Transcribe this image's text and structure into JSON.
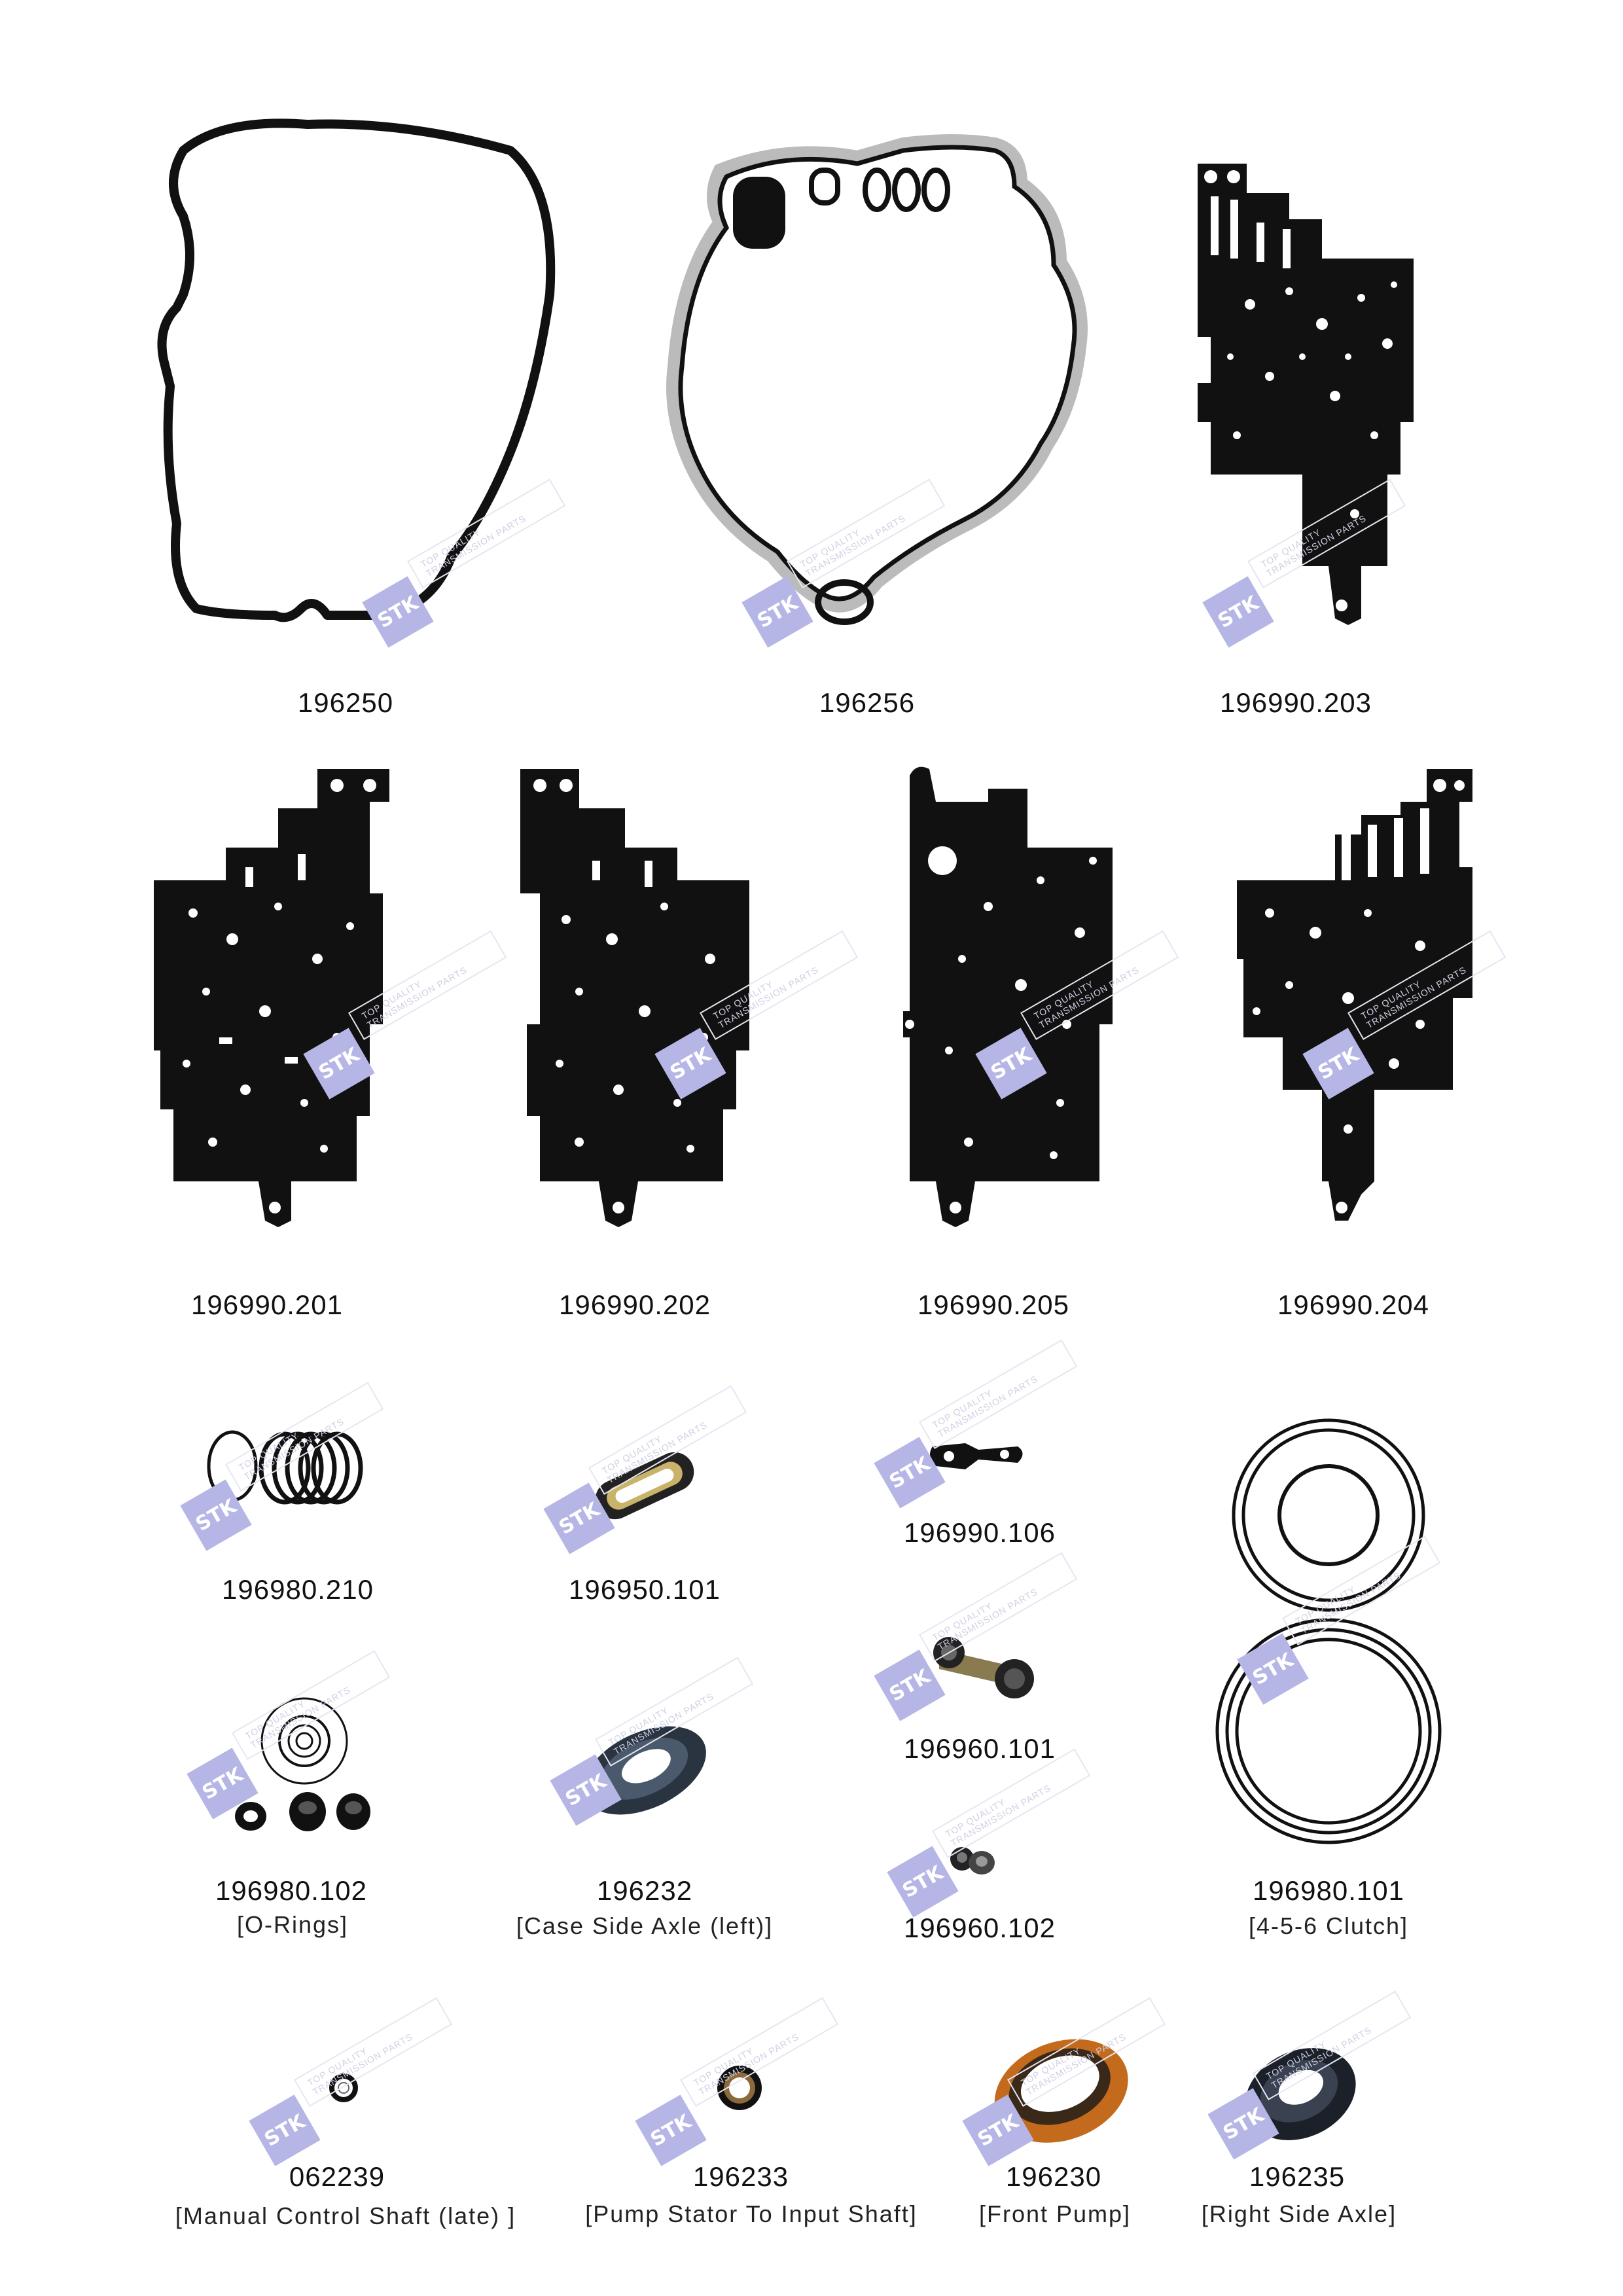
{
  "watermark": {
    "badge": "STK",
    "line1": "TOP QUALITY",
    "line2": "TRANSMISSION PARTS",
    "color": "#b5b6e6"
  },
  "parts": [
    {
      "id": "p196250",
      "number": "196250",
      "desc": "",
      "shape": "outline-gasket"
    },
    {
      "id": "p196256",
      "number": "196256",
      "desc": "",
      "shape": "round-gasket"
    },
    {
      "id": "p196990_203",
      "number": "196990.203",
      "desc": "",
      "shape": "plate-gasket"
    },
    {
      "id": "p196990_201",
      "number": "196990.201",
      "desc": "",
      "shape": "plate-gasket"
    },
    {
      "id": "p196990_202",
      "number": "196990.202",
      "desc": "",
      "shape": "plate-gasket"
    },
    {
      "id": "p196990_205",
      "number": "196990.205",
      "desc": "",
      "shape": "plate-gasket"
    },
    {
      "id": "p196990_204",
      "number": "196990.204",
      "desc": "",
      "shape": "plate-gasket"
    },
    {
      "id": "p196980_210",
      "number": "196980.210",
      "desc": "",
      "shape": "ring-set"
    },
    {
      "id": "p196950_101",
      "number": "196950.101",
      "desc": "",
      "shape": "oval-seal"
    },
    {
      "id": "p196990_106",
      "number": "196990.106",
      "desc": "",
      "shape": "small-gasket"
    },
    {
      "id": "p196960_101",
      "number": "196960.101",
      "desc": "",
      "shape": "bracket-seal"
    },
    {
      "id": "p196980_102",
      "number": "196980.102",
      "desc": "[O-Rings]",
      "shape": "oring-kit"
    },
    {
      "id": "p196232",
      "number": "196232",
      "desc": "[Case Side Axle (left)]",
      "shape": "axle-seal"
    },
    {
      "id": "p196960_102",
      "number": "196960.102",
      "desc": "",
      "shape": "tiny-seal"
    },
    {
      "id": "p196980_101",
      "number": "196980.101",
      "desc": "[4-5-6 Clutch]",
      "shape": "clutch-rings"
    },
    {
      "id": "p062239",
      "number": "062239",
      "desc": "[Manual Control Shaft (late) ]",
      "shape": "small-ring"
    },
    {
      "id": "p196233",
      "number": "196233",
      "desc": "[Pump Stator To Input Shaft]",
      "shape": "small-seal"
    },
    {
      "id": "p196230",
      "number": "196230",
      "desc": "[Front Pump]",
      "shape": "pump-seal"
    },
    {
      "id": "p196235",
      "number": "196235",
      "desc": "[Right Side Axle]",
      "shape": "side-seal"
    }
  ]
}
